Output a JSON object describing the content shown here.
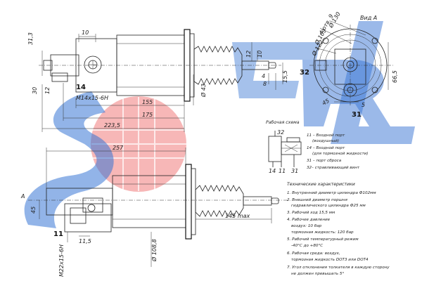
{
  "watermark": {
    "text": "SORL",
    "colors": {
      "blue": "#1e63c8",
      "red": "#e84545"
    }
  },
  "top_view": {
    "dims": {
      "d_10": "10",
      "d_313": "31,3",
      "d_30": "30",
      "d_12": "12",
      "thread": "M14x15-6H",
      "d_155": "155",
      "d_175": "175",
      "d_2235": "223,5",
      "d_43": "Ø 43",
      "d_12b": "12",
      "d_10b": "10",
      "d_4": "4",
      "d_8": "8",
      "d_155b": "15,5"
    },
    "ports": {
      "p14": "14"
    }
  },
  "view_a": {
    "title": "Вид А",
    "dims": {
      "d130": "Ø 130",
      "holes": "4 отв. 9",
      "d109": "Ø 109",
      "d122": "Ø 122",
      "d665": "66,5",
      "d45": "45",
      "d5": "5"
    },
    "ports": {
      "p32": "32",
      "p31": "31"
    }
  },
  "scheme": {
    "title": "Рабочая схема",
    "labels": {
      "p32": "32",
      "p14": "14",
      "p11": "11",
      "p31": "31"
    },
    "legend": [
      "11 – Входной порт",
      "(воздушный)",
      "14 – Входной порт",
      "(для тормозной жидкости)",
      "31 – порт сброса",
      "32– стравливающий винт"
    ]
  },
  "bottom_view": {
    "dims": {
      "d257": "257",
      "a": "A",
      "d45": "45",
      "d11": "11",
      "d115": "11,5",
      "thread": "M22x15-6H",
      "d1088": "Ø 108,8",
      "d145": "145 max"
    }
  },
  "specs": {
    "title": "Технические характеристики",
    "lines": [
      "1. Внутренний диаметр цилиндра  Ф102мм",
      "2. Внешний диаметр поршня",
      "гидравлического цилиндра  Ф25 мм",
      "3. Рабочий ход  15,5 мм",
      "4. Рабочее давление",
      "воздух: 10 бар",
      "тормозная жидкость: 120 бар",
      "5. Рабочий температурный режим",
      "-40°С до +80°С",
      "6. Рабочая среда: воздух,",
      "тормозная жидкость DOT3 или DOT4",
      "7. Угол отклонения толкателя в каждую сторону",
      "не должен превышать  5°"
    ]
  }
}
